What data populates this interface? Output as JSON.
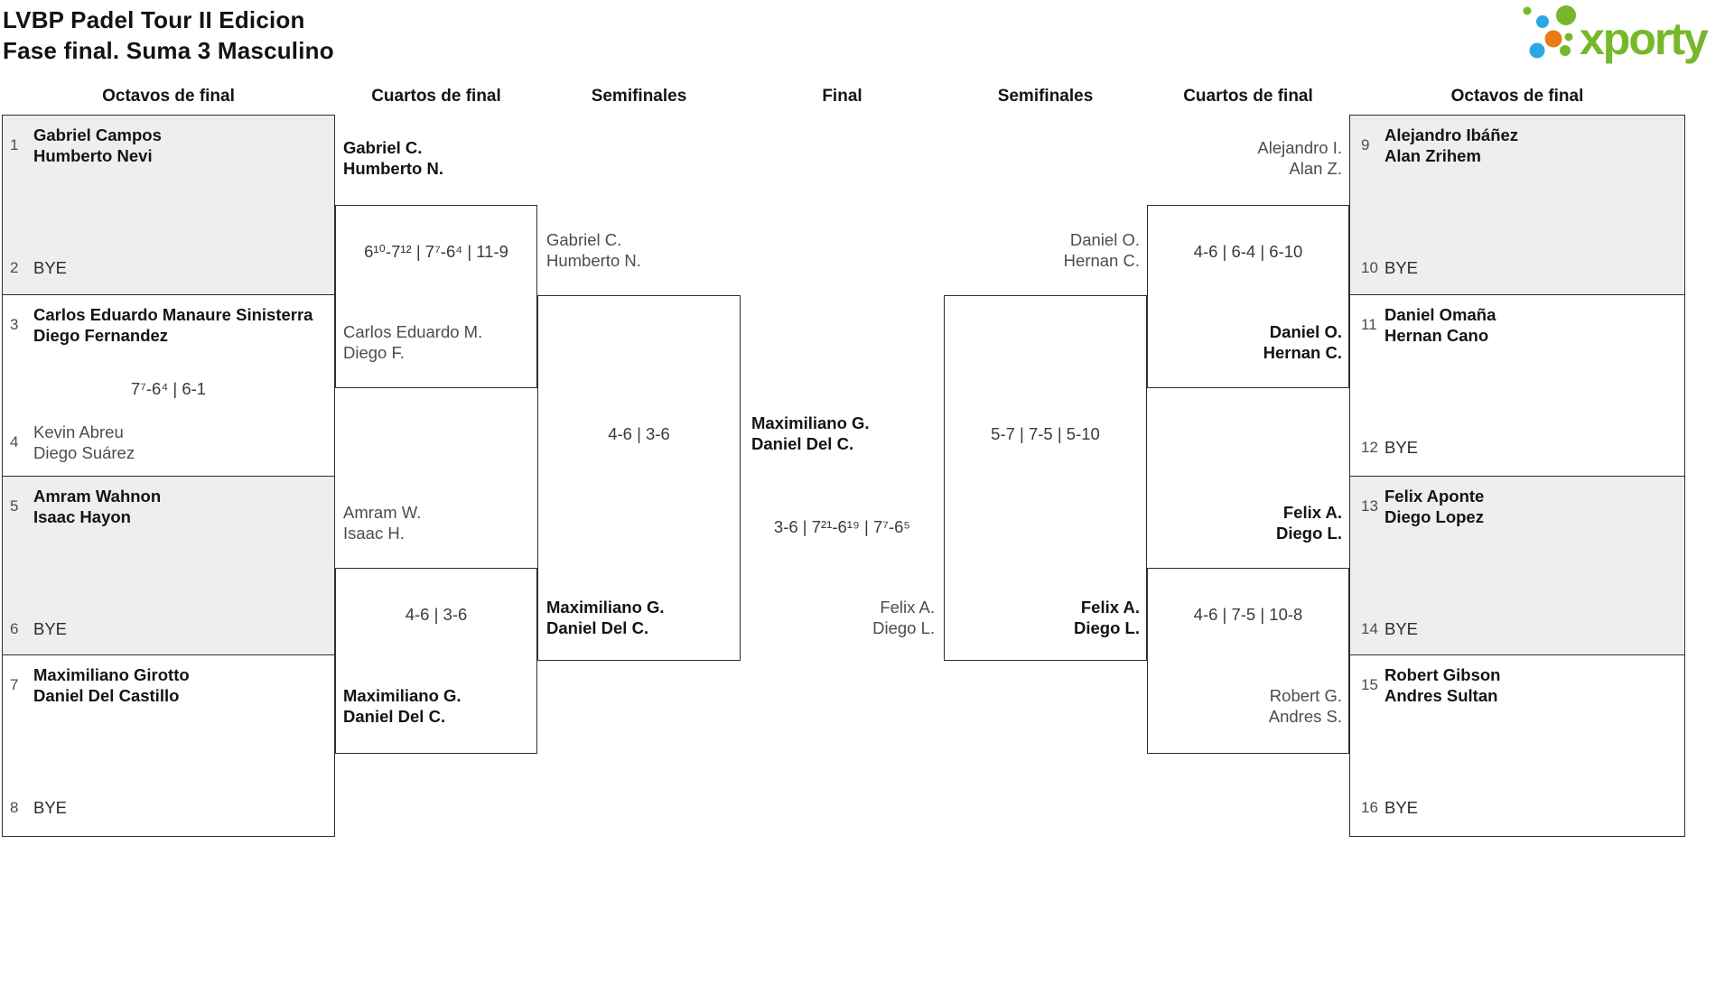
{
  "header": {
    "title_line1": "LVBP Padel Tour II Edicion",
    "title_line2": "Fase final. Suma 3 Masculino",
    "logo_text": "xporty"
  },
  "colors": {
    "logo_green": "#76b82a",
    "logo_blue": "#2aa9e0",
    "logo_orange": "#e87b15",
    "match_shade": "#eeeeee",
    "line": "#2e2e2e"
  },
  "round_headers": [
    "Octavos de final",
    "Cuartos de final",
    "Semifinales",
    "Final",
    "Semifinales",
    "Cuartos de final",
    "Octavos de final"
  ],
  "bracket": {
    "octavos_left": [
      {
        "seed": "1",
        "team": [
          "Gabriel Campos",
          "Humberto Nevi"
        ],
        "seed_bye": "2",
        "bye_label": "BYE"
      },
      {
        "seed": "3",
        "team": [
          "Carlos Eduardo Manaure Sinisterra",
          "Diego Fernandez"
        ],
        "score": "7⁷-6⁴ | 6-1",
        "seed2": "4",
        "team2": [
          "Kevin Abreu",
          "Diego Suárez"
        ]
      },
      {
        "seed": "5",
        "team": [
          "Amram Wahnon",
          "Isaac Hayon"
        ],
        "seed_bye": "6",
        "bye_label": "BYE"
      },
      {
        "seed": "7",
        "team": [
          "Maximiliano Girotto",
          "Daniel Del Castillo"
        ],
        "seed_bye": "8",
        "bye_label": "BYE"
      }
    ],
    "cuartos_left": [
      {
        "top": [
          "Gabriel C.",
          "Humberto N."
        ],
        "score": "6¹⁰-7¹² | 7⁷-6⁴ | 11-9",
        "bottom": [
          "Carlos Eduardo M.",
          "Diego F."
        ],
        "winner": "top"
      },
      {
        "top": [
          "Amram W.",
          "Isaac H."
        ],
        "score": "4-6 | 3-6",
        "bottom": [
          "Maximiliano G.",
          "Daniel Del C."
        ],
        "winner": "bottom"
      }
    ],
    "semifinal_left": {
      "top": [
        "Gabriel C.",
        "Humberto N."
      ],
      "score": "4-6 | 3-6",
      "bottom": [
        "Maximiliano G.",
        "Daniel Del C."
      ],
      "winner": "bottom"
    },
    "final": {
      "top": [
        "Maximiliano G.",
        "Daniel Del C."
      ],
      "score": "3-6 | 7²¹-6¹⁹ | 7⁷-6⁵",
      "bottom": [
        "Felix A.",
        "Diego L."
      ],
      "winner": "top"
    },
    "semifinal_right": {
      "top": [
        "Daniel O.",
        "Hernan C."
      ],
      "score": "5-7 | 7-5 | 5-10",
      "bottom": [
        "Felix A.",
        "Diego L."
      ],
      "winner": "bottom"
    },
    "cuartos_right": [
      {
        "top": [
          "Alejandro I.",
          "Alan Z."
        ],
        "score": "4-6 | 6-4 | 6-10",
        "bottom": [
          "Daniel O.",
          "Hernan C."
        ],
        "winner": "bottom"
      },
      {
        "top": [
          "Felix A.",
          "Diego L."
        ],
        "score": "4-6 | 7-5 | 10-8",
        "bottom": [
          "Robert G.",
          "Andres S."
        ],
        "winner": "top"
      }
    ],
    "octavos_right": [
      {
        "seed": "9",
        "team": [
          "Alejandro Ibáñez",
          "Alan Zrihem"
        ],
        "seed_bye": "10",
        "bye_label": "BYE"
      },
      {
        "seed": "11",
        "team": [
          "Daniel Omaña",
          "Hernan Cano"
        ],
        "seed_bye": "12",
        "bye_label": "BYE"
      },
      {
        "seed": "13",
        "team": [
          "Felix Aponte",
          "Diego Lopez"
        ],
        "seed_bye": "14",
        "bye_label": "BYE"
      },
      {
        "seed": "15",
        "team": [
          "Robert Gibson",
          "Andres Sultan"
        ],
        "seed_bye": "16",
        "bye_label": "BYE"
      }
    ]
  }
}
